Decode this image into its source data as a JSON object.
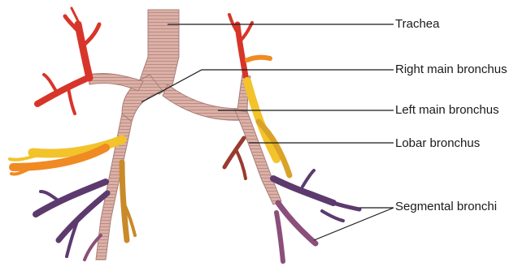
{
  "labels": {
    "trachea": "Trachea",
    "right_main_bronchus": "Right main bronchus",
    "left_main_bronchus": "Left main bronchus",
    "lobar_bronchus": "Lobar bronchus",
    "segmental_bronchi": "Segmental bronchi"
  },
  "colors": {
    "airway": "#d9aaa0",
    "airway_stroke": "#a87f78",
    "upper_lobe": "#d8352a",
    "middle_lobe": "#f08a22",
    "lingula": "#f2c32a",
    "lower_lobe": "#5c3a6e",
    "lower_lobe_alt": "#8a4f7a",
    "leader_line": "#1a1a1a"
  }
}
